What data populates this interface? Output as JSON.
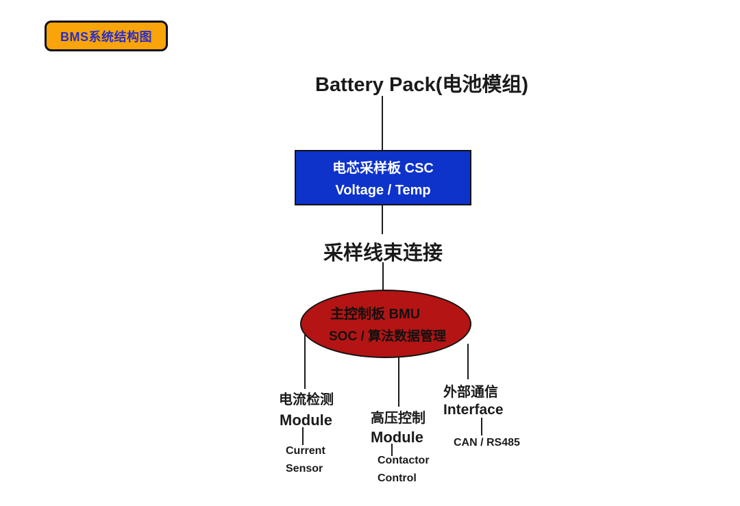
{
  "badge": {
    "label": "BMS系统结构图"
  },
  "title": "Battery Pack(电池模组)",
  "csc_box": {
    "line1": "电芯采样板 CSC",
    "line2": "Voltage / Temp"
  },
  "harness_label": "采样线束连接",
  "bmu_ellipse": {
    "line1": "主控制板 BMU",
    "line2": "SOC / 算法数据管理"
  },
  "branches": {
    "current_sense": {
      "cn": "电流检测",
      "en": "Module",
      "sub1": "Current",
      "sub2": "Sensor"
    },
    "hv_control": {
      "cn": "高压控制",
      "en": "Module",
      "sub1": "Contactor",
      "sub2": "Control"
    },
    "external_comm": {
      "cn": "外部通信",
      "en": "Interface",
      "sub": "CAN / RS485"
    }
  },
  "colors": {
    "badge_bg": "#f9a408",
    "badge_text": "#2a2ec8",
    "csc_box_bg": "#0d33cb",
    "bmu_ellipse_bg": "#b41414",
    "line": "#1a1a1a",
    "background": "#ffffff"
  }
}
